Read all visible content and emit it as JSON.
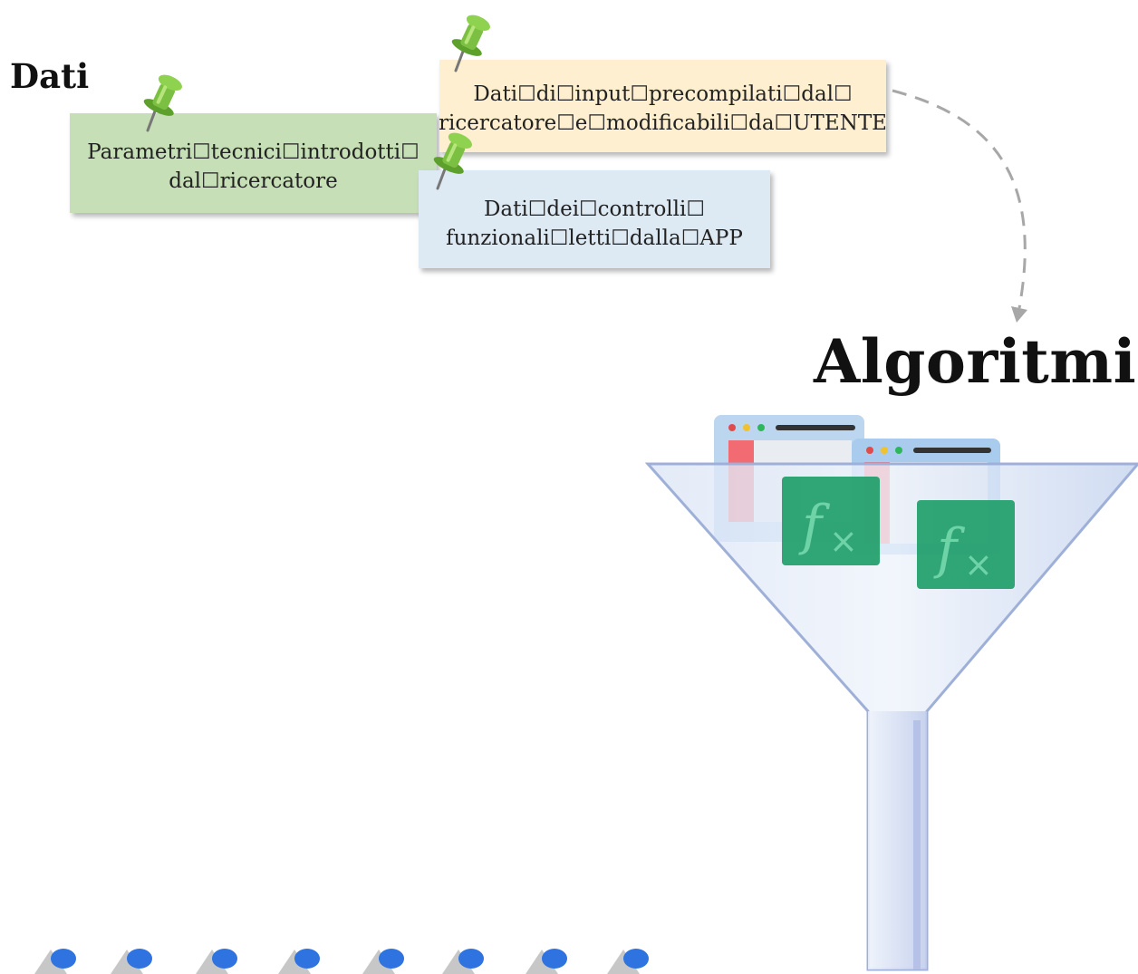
{
  "titles": {
    "dati": "Dati",
    "algoritmi": "Algoritmi"
  },
  "notes": {
    "green": {
      "line1": "Parametri☐tecnici☐introdotti☐",
      "line2": "dal☐ricercatore",
      "color": "#c6dfb6"
    },
    "yellow": {
      "line1": "Dati☐di☐input☐precompilati☐dal☐",
      "line2": "ricercatore☐e☐modificabili☐da☐UTENTE",
      "color": "#fdefcf"
    },
    "blue": {
      "line1": "Dati☐dei☐controlli☐",
      "line2": "funzionali☐letti☐dalla☐APP",
      "color": "#dde9f3"
    }
  },
  "icons": {
    "pins": [
      "pushpin-icon",
      "pushpin-icon",
      "pushpin-icon"
    ],
    "windows": [
      "spreadsheet-window-icon",
      "spreadsheet-window-icon"
    ],
    "functions": [
      "function-fx-icon",
      "function-fx-icon"
    ],
    "funnel": "funnel-icon",
    "tokens_count": 8
  },
  "colors": {
    "pin_green": "#7cc043",
    "fx_green": "#1f9e6a",
    "funnel_blue": "#b9c9ea",
    "token_blue": "#2f73e0",
    "arrow_gray": "#a7a7a7"
  }
}
